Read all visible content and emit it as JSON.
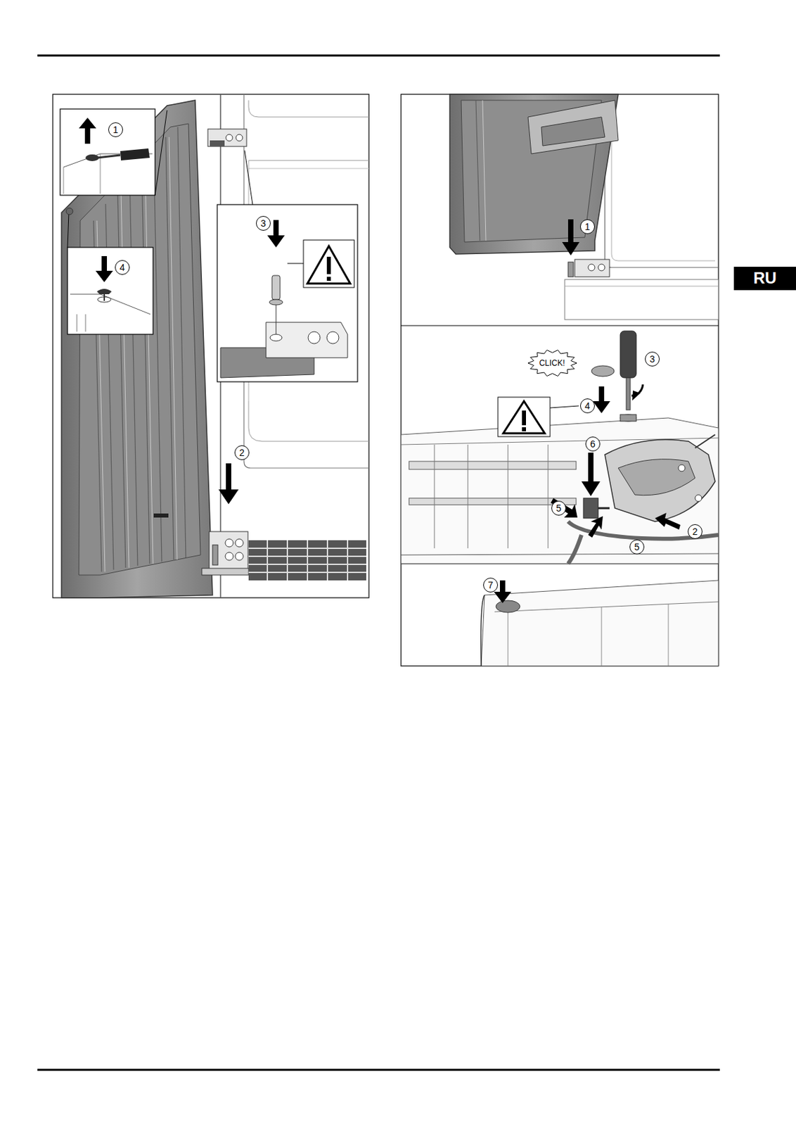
{
  "diagram": {
    "nodes": [
      {
        "text": [
          "1"
        ]
      },
      {
        "text": [
          "4"
        ]
      },
      {
        "text": [
          "3"
        ]
      },
      {
        "text": [
          "2"
        ]
      },
      {
        "text": [
          "1"
        ]
      },
      {
        "text": [
          "3"
        ]
      },
      {
        "text": [
          "CLICK!"
        ]
      },
      {
        "text": [
          "4"
        ]
      },
      {
        "text": [
          "6"
        ]
      },
      {
        "text": [
          "5"
        ]
      },
      {
        "text": [
          "5"
        ]
      },
      {
        "text": [
          "2"
        ]
      },
      {
        "text": [
          "7"
        ]
      },
      {
        "text": [
          "RU"
        ]
      }
    ]
  }
}
